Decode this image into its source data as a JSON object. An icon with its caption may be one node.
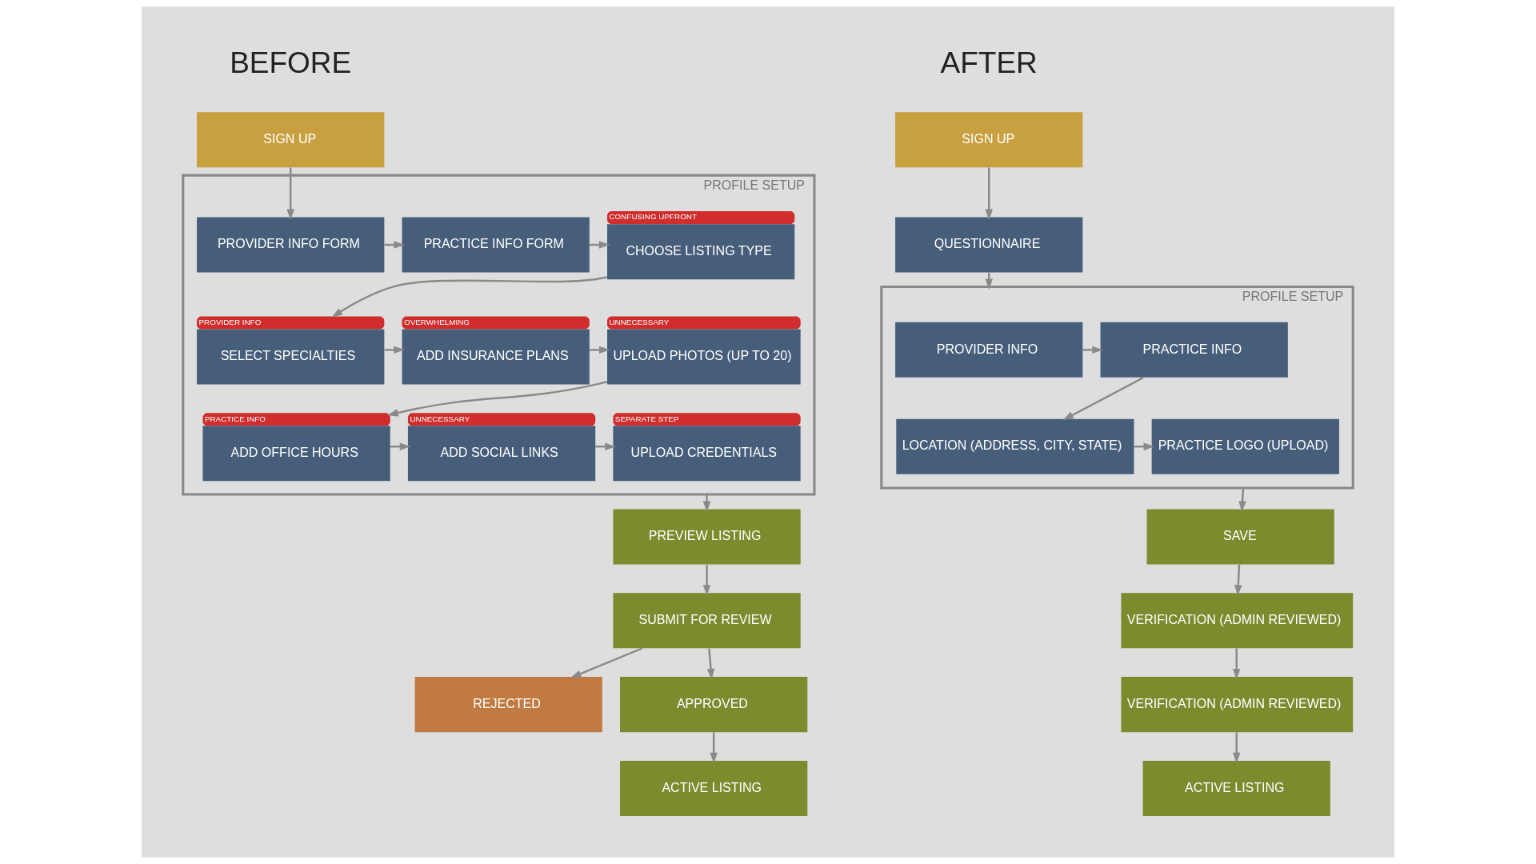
{
  "diagram": {
    "nodes": [
      {
        "text": [
          "SIGN UP"
        ]
      },
      {
        "text": [
          "PROFILE SETUP"
        ]
      },
      {
        "text": [
          "PROVIDER INFO FORM"
        ],
        "in": 1
      },
      {
        "text": [
          "PRACTICE INFO FORM"
        ],
        "in": 1
      },
      {
        "text": [
          "CHOOSE LISTING TYPE"
        ],
        "in": 1,
        "beside": [
          "CONFUSING UPFRONT"
        ]
      },
      {
        "text": [
          "SELECT SPECIALTIES"
        ],
        "in": 1,
        "beside": [
          "PROVIDER INFO"
        ]
      },
      {
        "text": [
          "ADD INSURANCE PLANS"
        ],
        "in": 1,
        "beside": [
          "OVERWHELMING"
        ]
      },
      {
        "text": [
          "UPLOAD PHOTOS (UP TO 20)"
        ],
        "in": 1,
        "beside": [
          "UNNECESSARY"
        ]
      },
      {
        "text": [
          "ADD OFFICE HOURS"
        ],
        "in": 1,
        "beside": [
          "PRACTICE INFO"
        ]
      },
      {
        "text": [
          "ADD SOCIAL LINKS"
        ],
        "in": 1,
        "beside": [
          "UNNECESSARY"
        ]
      },
      {
        "text": [
          "UPLOAD CREDENTIALS"
        ],
        "in": 1,
        "beside": [
          "SEPARATE STEP"
        ]
      },
      {
        "text": [
          "PREVIEW LISTING"
        ]
      },
      {
        "text": [
          "SUBMIT FOR REVIEW"
        ]
      },
      {
        "text": [
          "REJECTED"
        ]
      },
      {
        "text": [
          "APPROVED"
        ]
      },
      {
        "text": [
          "ACTIVE LISTING"
        ]
      },
      {
        "text": [
          "SIGN UP"
        ]
      },
      {
        "text": [
          "QUESTIONNAIRE"
        ]
      },
      {
        "text": [
          "PROFILE SETUP"
        ]
      },
      {
        "text": [
          "PROVIDER INFO"
        ],
        "in": 18
      },
      {
        "text": [
          "PRACTICE INFO"
        ],
        "in": 18
      },
      {
        "text": [
          "LOCATION (ADDRESS, CITY, STATE)"
        ],
        "in": 18
      },
      {
        "text": [
          "PRACTICE LOGO (UPLOAD)"
        ],
        "in": 18
      },
      {
        "text": [
          "SAVE"
        ]
      },
      {
        "text": [
          "VERIFICATION (ADMIN REVIEWED)"
        ]
      },
      {
        "text": [
          "VERIFICATION (ADMIN REVIEWED)"
        ]
      },
      {
        "text": [
          "ACTIVE LISTING"
        ]
      }
    ],
    "edges": [
      {
        "from": 0,
        "to": 2,
        "arrow": "to"
      },
      {
        "from": 2,
        "to": 3,
        "arrow": "to"
      },
      {
        "from": 3,
        "to": 4,
        "arrow": "to"
      },
      {
        "from": 4,
        "to": 5,
        "arrow": "to"
      },
      {
        "from": 5,
        "to": 6,
        "arrow": "to"
      },
      {
        "from": 6,
        "to": 7,
        "arrow": "to"
      },
      {
        "from": 7,
        "to": 8,
        "arrow": "to"
      },
      {
        "from": 8,
        "to": 9,
        "arrow": "to"
      },
      {
        "from": 9,
        "to": 10,
        "arrow": "to"
      },
      {
        "from": 1,
        "to": 11,
        "arrow": "to"
      },
      {
        "from": 11,
        "to": 12,
        "arrow": "to"
      },
      {
        "from": 12,
        "to": 13,
        "arrow": "to"
      },
      {
        "from": 12,
        "to": 14,
        "arrow": "to"
      },
      {
        "from": 14,
        "to": 15,
        "arrow": "to"
      },
      {
        "from": 16,
        "to": 17,
        "arrow": "to"
      },
      {
        "from": 17,
        "to": 18,
        "arrow": "to"
      },
      {
        "from": 19,
        "to": 20,
        "arrow": "to"
      },
      {
        "from": 20,
        "to": 21,
        "arrow": "to"
      },
      {
        "from": 21,
        "to": 22,
        "arrow": "to"
      },
      {
        "from": 18,
        "to": 23,
        "arrow": "to"
      },
      {
        "from": 23,
        "to": 24,
        "arrow": "to"
      },
      {
        "from": 24,
        "to": 25,
        "arrow": "to"
      },
      {
        "from": 25,
        "to": 26,
        "arrow": "to"
      }
    ],
    "labels": [
      "BEFORE",
      "AFTER"
    ]
  }
}
